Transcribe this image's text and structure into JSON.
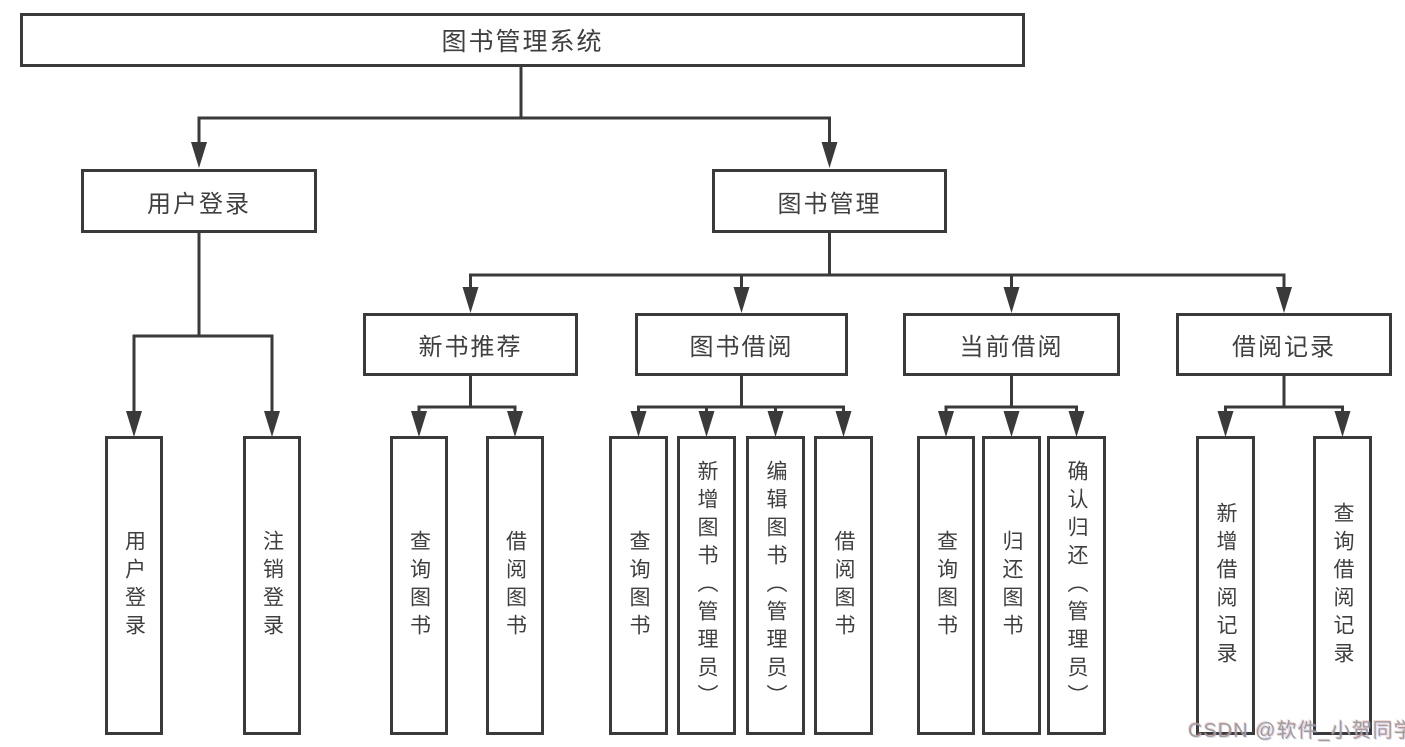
{
  "colors": {
    "line": "#3a3a3a",
    "border": "#3a3a3a",
    "text": "#3f3f3f",
    "background": "#ffffff",
    "watermark": "#9e9e9e"
  },
  "nodes": {
    "root": {
      "label": "图书管理系统"
    },
    "user_login": {
      "label": "用户登录"
    },
    "book_management": {
      "label": "图书管理"
    },
    "new_book_recommend": {
      "label": "新书推荐"
    },
    "book_borrowing": {
      "label": "图书借阅"
    },
    "current_borrowing": {
      "label": "当前借阅"
    },
    "borrowing_records": {
      "label": "借阅记录"
    },
    "leaf_user_login": {
      "label": "用户登录"
    },
    "leaf_logout": {
      "label": "注销登录"
    },
    "leaf_nbr_query_books": {
      "label": "查询图书"
    },
    "leaf_nbr_borrow_books": {
      "label": "借阅图书"
    },
    "leaf_bb_query_books": {
      "label": "查询图书"
    },
    "leaf_bb_add_books": {
      "label": "新增图书（管理员）"
    },
    "leaf_bb_edit_books": {
      "label": "编辑图书（管理员）"
    },
    "leaf_bb_borrow_books": {
      "label": "借阅图书"
    },
    "leaf_cb_query_books": {
      "label": "查询图书"
    },
    "leaf_cb_return_books": {
      "label": "归还图书"
    },
    "leaf_cb_confirm_return": {
      "label": "确认归还（管理员）"
    },
    "leaf_br_add_record": {
      "label": "新增借阅记录"
    },
    "leaf_br_query_record": {
      "label": "查询借阅记录"
    }
  },
  "hierarchy": {
    "图书管理系统": [
      "用户登录",
      "图书管理"
    ],
    "用户登录": [
      "用户登录",
      "注销登录"
    ],
    "图书管理": [
      "新书推荐",
      "图书借阅",
      "当前借阅",
      "借阅记录"
    ],
    "新书推荐": [
      "查询图书",
      "借阅图书"
    ],
    "图书借阅": [
      "查询图书",
      "新增图书（管理员）",
      "编辑图书（管理员）",
      "借阅图书"
    ],
    "当前借阅": [
      "查询图书",
      "归还图书",
      "确认归还（管理员）"
    ],
    "借阅记录": [
      "新增借阅记录",
      "查询借阅记录"
    ]
  },
  "watermark": {
    "text": "CSDN @软件_小贺同学"
  }
}
